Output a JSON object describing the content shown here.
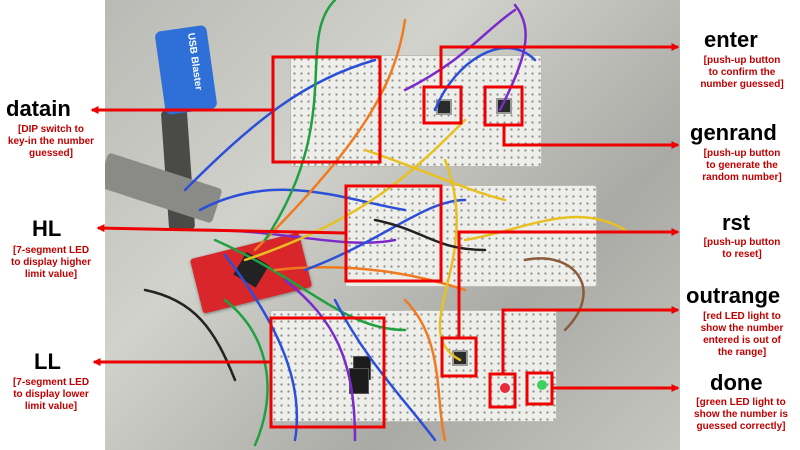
{
  "colors": {
    "annotation": "#ee0000",
    "label": "#000000",
    "description": "#c00000"
  },
  "photo": {
    "usb_text": "USB Blaster"
  },
  "labels": {
    "datain": {
      "title": "datain",
      "lines": [
        "[DIP switch to",
        "key-in the number",
        "guessed]"
      ]
    },
    "HL": {
      "title": "HL",
      "lines": [
        "[7-segment LED",
        "to display higher",
        "limit value]"
      ]
    },
    "LL": {
      "title": "LL",
      "lines": [
        "[7-segment LED",
        "to display lower",
        "limit value]"
      ]
    },
    "enter": {
      "title": "enter",
      "lines": [
        "[push-up button",
        "to confirm the",
        "number guessed]"
      ]
    },
    "genrand": {
      "title": "genrand",
      "lines": [
        "[push-up button",
        "to generate the",
        "random number]"
      ]
    },
    "rst": {
      "title": "rst",
      "lines": [
        "[push-up button",
        "to reset]"
      ]
    },
    "outrange": {
      "title": "outrange",
      "lines": [
        "[red LED light to",
        "show the number",
        "entered is out of",
        "the range]"
      ]
    },
    "done": {
      "title": "done",
      "lines": [
        "[green LED light to",
        "show the number is",
        "guessed correctly]"
      ]
    }
  }
}
